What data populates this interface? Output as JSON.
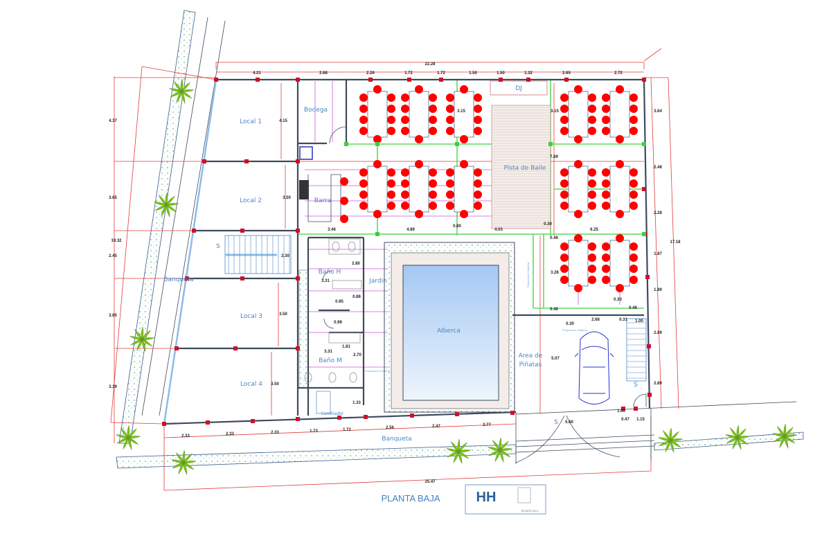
{
  "title": "PLANTA BAJA",
  "logo": {
    "text": "HH",
    "subtitle": "Arquitectura"
  },
  "colors": {
    "dimension": "#e23b3b",
    "wall": "#3d4a5c",
    "label": "#4a86c5",
    "chair": "#ff0000",
    "structure_green": "#5bdc5b",
    "pool": "#a9cdf5",
    "palm": "#7cc31c"
  },
  "rooms": {
    "local1": "Local 1",
    "local2": "Local 2",
    "local3": "Local 3",
    "local4": "Local 4",
    "bodega": "Bodega",
    "barra": "Barra",
    "dj": "DJ",
    "pista": "Pista de Baile",
    "bano_h": "Baño H",
    "bano_m": "Baño M",
    "jardin": "Jardin",
    "cambiador": "Cambiador",
    "alberca": "Alberca",
    "piñatas_1": "Area de",
    "piñatas_2": "Piñatas",
    "banqueta_left": "Banqueta",
    "banqueta_bottom": "Banqueta"
  },
  "stair_labels": [
    "S",
    "S",
    "S"
  ],
  "notes": [
    "Proyeccion Cubierta",
    "Proyeccion Cubierta",
    "Proyeccion Cubierta"
  ],
  "dimensions": {
    "overall_top": "22.28",
    "overall_bottom": "25.47",
    "overall_left": "19.32",
    "overall_right": "17.18",
    "top": [
      "4.21",
      "2.68",
      "2.26",
      "1.72",
      "1.72",
      "1.50",
      "1.50",
      "1.32",
      "2.65",
      "2.72"
    ],
    "left": [
      "4.37",
      "3.65",
      "2.45",
      "3.65",
      "3.39"
    ],
    "right": [
      "3.64",
      "2.48",
      "2.28",
      "1.87",
      "1.89",
      "2.89",
      "2.89"
    ],
    "bottom": [
      "2.33",
      "2.33",
      "2.33",
      "1.73",
      "1.72",
      "2.56",
      "2.47",
      "2.77"
    ],
    "locals": [
      "4.15",
      "3.50",
      "2.30",
      "3.50",
      "3.50"
    ],
    "hall": [
      "3.46",
      "4.89",
      "0.80",
      "4.03",
      "0.30",
      "6.25",
      "0.48"
    ],
    "salon": [
      "3.15",
      "3.15",
      "7.89",
      "3.28",
      "0.30",
      "0.48",
      "0.48",
      "0.30",
      "2.68",
      "0.31",
      "1.00",
      "5.07",
      "5.60",
      "1.00",
      "0.47",
      "1.15"
    ],
    "banos": [
      "2.80",
      "3.31",
      "0.88",
      "0.95",
      "0.99",
      "1.81",
      "3.31",
      "2.70",
      "1.33"
    ]
  },
  "furniture": {
    "tables": 12,
    "chairs_per_table": 10,
    "cars": 1
  }
}
